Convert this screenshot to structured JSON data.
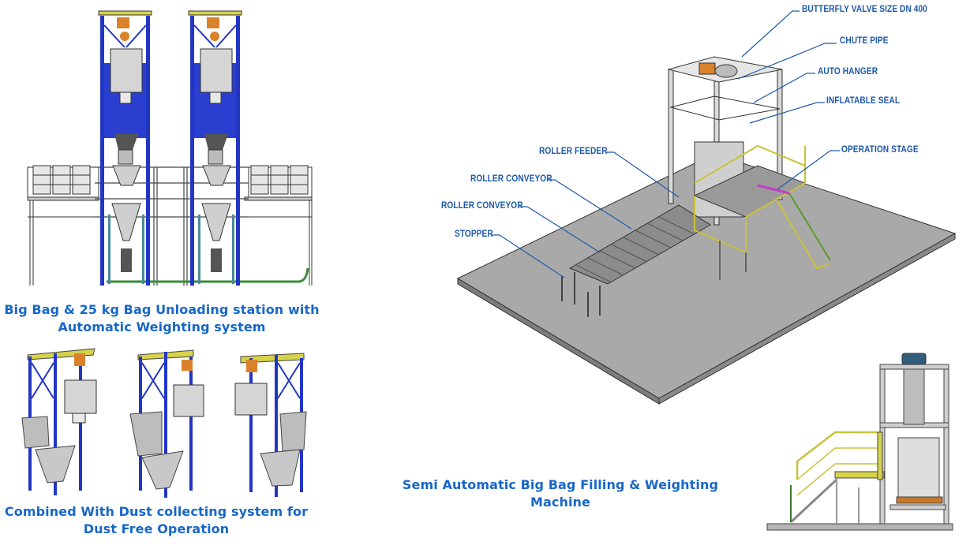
{
  "page": {
    "title": "Bulk Bag Handling Equipment Overview"
  },
  "captions": {
    "unloading_station_line1": "Big Bag & 25 kg Bag Unloading station with",
    "unloading_station_line2": "Automatic Weighting system",
    "dust_collecting_line1": "Combined With Dust collecting system for",
    "dust_collecting_line2": "Dust Free Operation",
    "filling_machine": "Semi Automatic Big Bag Filling & Weighting Machine"
  },
  "filling_machine_callouts": [
    {
      "id": "butterfly-valve",
      "label": "BUTTERFLY VALVE SIZE DN 400"
    },
    {
      "id": "chute-pipe",
      "label": "CHUTE PIPE"
    },
    {
      "id": "auto-hanger",
      "label": "AUTO HANGER"
    },
    {
      "id": "inflatable-seal",
      "label": "INFLATABLE SEAL"
    },
    {
      "id": "operation-stage",
      "label": "OPERATION STAGE"
    },
    {
      "id": "roller-feeder",
      "label": "ROLLER FEEDER"
    },
    {
      "id": "roller-conveyor-1",
      "label": "ROLLER CONVEYOR"
    },
    {
      "id": "roller-conveyor-2",
      "label": "ROLLER CONVEYOR"
    },
    {
      "id": "stopper",
      "label": "STOPPER"
    }
  ],
  "colors": {
    "caption_blue": "#1767c8",
    "callout_blue": "#1f5aa8",
    "frame_blue": "#2236c4",
    "hoist_orange": "#d9822b",
    "rail_yellow": "#d6d24a",
    "floor_gray": "#a9a9a9"
  }
}
